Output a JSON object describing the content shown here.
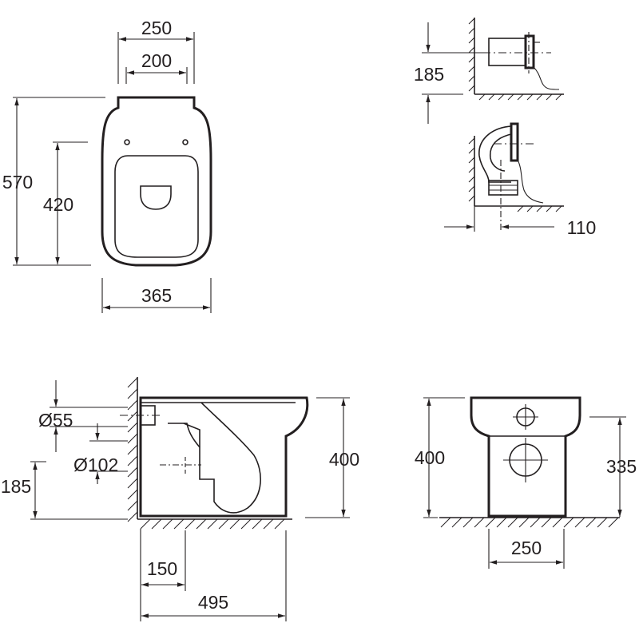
{
  "dimensions": {
    "top_view": {
      "overall_width_label": "250",
      "inner_width_label": "200",
      "overall_length_label": "570",
      "inner_length_label": "420",
      "base_width_label": "365"
    },
    "wall_detail_top": {
      "height_label": "185"
    },
    "wall_detail_bottom": {
      "offset_label": "110"
    },
    "side_view": {
      "small_pipe_label": "Ø55",
      "large_pipe_label": "Ø102",
      "pipe_height_label": "185",
      "bowl_height_label": "400",
      "outlet_offset_label": "150",
      "overall_depth_label": "495"
    },
    "front_view": {
      "height_label": "400",
      "outlet_height_label": "335",
      "base_width_label": "250"
    }
  },
  "colors": {
    "line": "#231f20",
    "background": "#ffffff"
  }
}
